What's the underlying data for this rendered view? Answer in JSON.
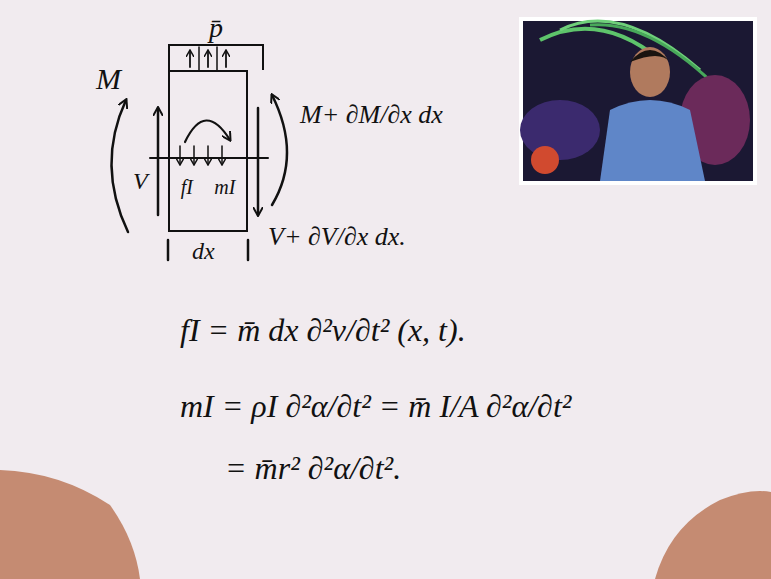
{
  "diagram": {
    "nodes": [
      {
        "text": [
          "p̄"
        ]
      },
      {
        "text": [
          "fI",
          "mI"
        ]
      }
    ],
    "labels": [
      "M",
      "V",
      "M+ ∂M/∂x dx",
      "V+ ∂V/∂x dx.",
      "dx",
      "fI = m̄ dx ∂²v/∂t² (x, t).",
      "mI = ρI ∂²α/∂t² = m̄ I/A ∂²α/∂t²",
      "= m̄r² ∂²α/∂t²."
    ]
  }
}
